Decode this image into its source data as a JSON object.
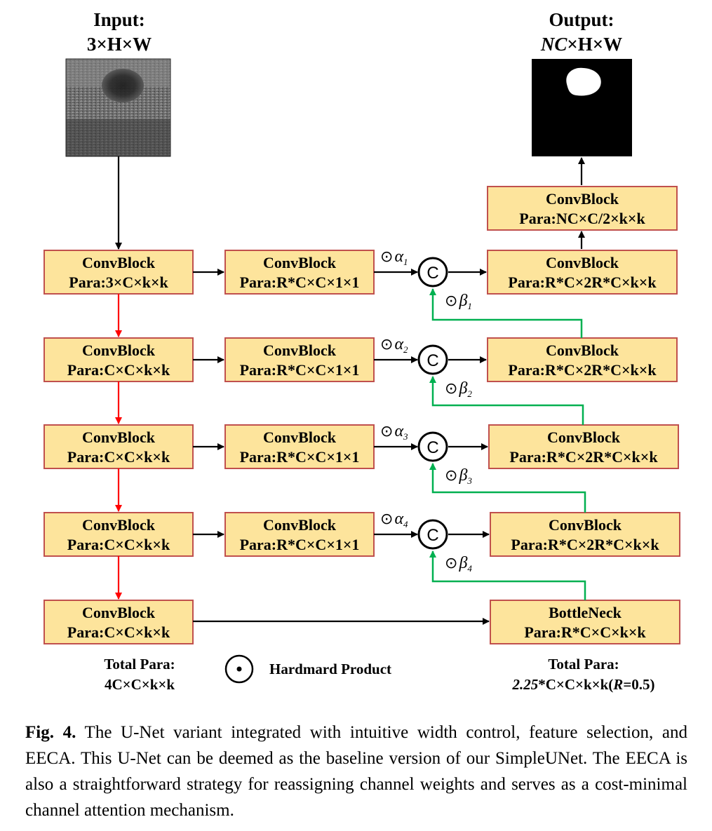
{
  "input": {
    "label": "Input:",
    "dims": "3×H×W"
  },
  "output": {
    "label": "Output:",
    "dims_italic": "NC",
    "dims_rest": "×H×W"
  },
  "encoder": [
    {
      "title": "ConvBlock",
      "para": "Para:3×C×k×k"
    },
    {
      "title": "ConvBlock",
      "para": "Para:C×C×k×k"
    },
    {
      "title": "ConvBlock",
      "para": "Para:C×C×k×k"
    },
    {
      "title": "ConvBlock",
      "para": "Para:C×C×k×k"
    },
    {
      "title": "ConvBlock",
      "para": "Para:C×C×k×k"
    }
  ],
  "selection": [
    {
      "title": "ConvBlock",
      "para": "Para:R*C×C×1×1"
    },
    {
      "title": "ConvBlock",
      "para": "Para:R*C×C×1×1"
    },
    {
      "title": "ConvBlock",
      "para": "Para:R*C×C×1×1"
    },
    {
      "title": "ConvBlock",
      "para": "Para:R*C×C×1×1"
    }
  ],
  "decoder": [
    {
      "title": "ConvBlock",
      "para": "Para:R*C×2R*C×k×k"
    },
    {
      "title": "ConvBlock",
      "para": "Para:R*C×2R*C×k×k"
    },
    {
      "title": "ConvBlock",
      "para": "Para:R*C×2R*C×k×k"
    },
    {
      "title": "ConvBlock",
      "para": "Para:R*C×2R*C×k×k"
    }
  ],
  "bottleneck": {
    "title": "BottleNeck",
    "para": "Para:R*C×C×k×k"
  },
  "head": {
    "title": "ConvBlock",
    "para": "Para:NC×C/2×k×k"
  },
  "concat_symbol": "C",
  "alpha": {
    "symbol": "α",
    "subs": [
      "1",
      "2",
      "3",
      "4"
    ]
  },
  "beta": {
    "symbol": "β",
    "subs": [
      "1",
      "2",
      "3",
      "4"
    ]
  },
  "odot": "⊙",
  "total_left": {
    "label": "Total Para:",
    "value": "4C×C×k×k"
  },
  "total_right": {
    "label": "Total Para:",
    "value_italic": "2.25",
    "value_mid": "*C×C×k×k(",
    "value_r": "R",
    "value_end": "=0.5)"
  },
  "legend": {
    "label": "Hardmard Product",
    "icon": "odot-icon"
  },
  "caption": {
    "fig": "Fig. 4.",
    "text": "The U-Net variant integrated with intuitive width control, feature selection, and EECA. This U-Net can be deemed as the baseline version of our SimpleUNet. The EECA is also a straightforward strategy for reassigning channel weights and serves as a cost-minimal channel attention mechanism."
  },
  "colors": {
    "box_fill": "#fde49c",
    "box_stroke": "#c0504d",
    "red_arrow": "#ff0000",
    "green_line": "#00b050"
  }
}
